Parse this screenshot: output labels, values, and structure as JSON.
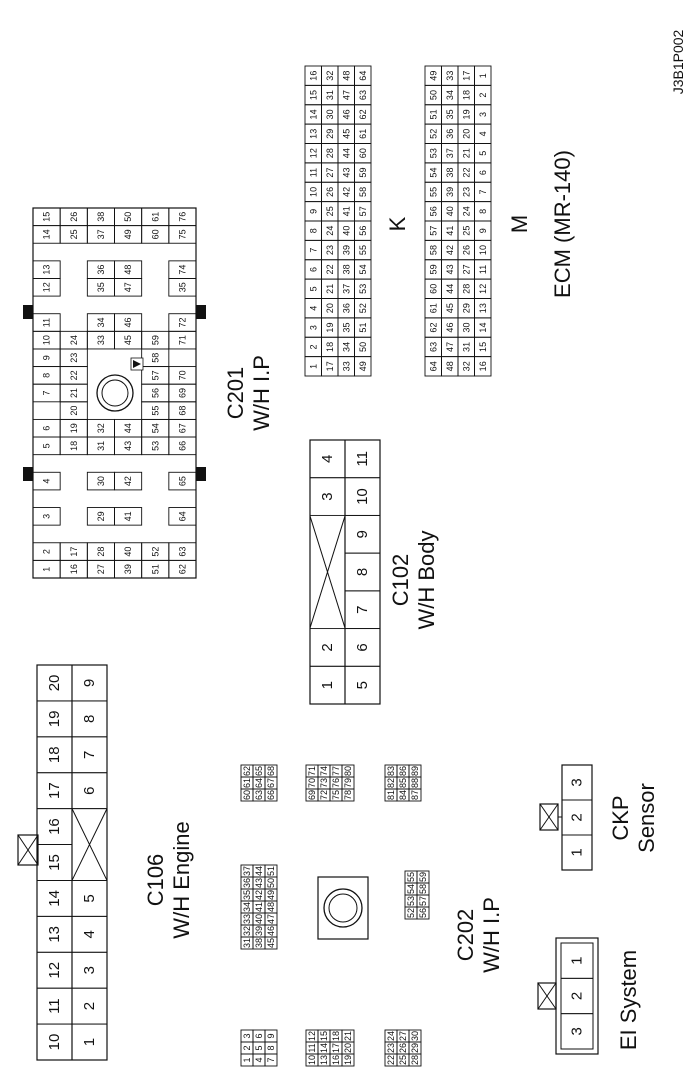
{
  "figure_code": "J3B1P002",
  "connectors": {
    "c106": {
      "name": "C106",
      "harness": "W/H Engine",
      "row_top": [
        "1",
        "2",
        "3",
        "4",
        "5",
        "",
        "6",
        "7",
        "8",
        "9"
      ],
      "row_bottom": [
        "10",
        "11",
        "12",
        "13",
        "14",
        "15",
        "16",
        "17",
        "18",
        "19",
        "20"
      ]
    },
    "c201": {
      "name": "C201",
      "harness": "W/H I.P",
      "rows": [
        [
          "1",
          "2",
          "",
          "3",
          "",
          "4",
          "",
          "5",
          "6",
          "",
          "7",
          "8",
          "9",
          "10",
          "11",
          "",
          "12",
          "13",
          "",
          "14",
          "15"
        ],
        [
          "16",
          "17",
          "",
          "",
          "",
          "",
          "",
          "18",
          "19",
          "20",
          "21",
          "22",
          "23",
          "24",
          "",
          "",
          "",
          "",
          "",
          "25",
          "26"
        ],
        [
          "27",
          "28",
          "",
          "29",
          "",
          "30",
          "",
          "31",
          "32",
          "",
          "",
          "",
          "",
          "33",
          "34",
          "",
          "35",
          "36",
          "",
          "37",
          "38"
        ],
        [
          "39",
          "40",
          "",
          "41",
          "",
          "42",
          "",
          "43",
          "44",
          "",
          "",
          "",
          "",
          "45",
          "46",
          "",
          "47",
          "48",
          "",
          "49",
          "50"
        ],
        [
          "51",
          "52",
          "",
          "",
          "",
          "",
          "",
          "53",
          "54",
          "55",
          "56",
          "57",
          "58",
          "59",
          "",
          "",
          "",
          "",
          "",
          "60",
          "61"
        ],
        [
          "62",
          "63",
          "",
          "64",
          "",
          "65",
          "",
          "66",
          "67",
          "68",
          "69",
          "70",
          "",
          "71",
          "72",
          "",
          "35",
          "74",
          "",
          "75",
          "76"
        ]
      ]
    },
    "c102": {
      "name": "C102",
      "harness": "W/H Body",
      "row_top": [
        "1",
        "2",
        "",
        "",
        "",
        "3",
        "4"
      ],
      "row_bottom": [
        "5",
        "6",
        "7",
        "8",
        "9",
        "10",
        "11"
      ]
    },
    "ecm_k": {
      "name": "K",
      "rows": [
        [
          "16",
          "15",
          "14",
          "13",
          "12",
          "11",
          "10",
          "9",
          "8",
          "7",
          "6",
          "5",
          "4",
          "3",
          "2",
          "1"
        ],
        [
          "32",
          "31",
          "30",
          "29",
          "28",
          "27",
          "26",
          "25",
          "24",
          "23",
          "22",
          "21",
          "20",
          "19",
          "18",
          "17"
        ],
        [
          "48",
          "47",
          "46",
          "45",
          "44",
          "43",
          "42",
          "41",
          "40",
          "39",
          "38",
          "37",
          "36",
          "35",
          "34",
          "33"
        ],
        [
          "64",
          "63",
          "62",
          "61",
          "60",
          "59",
          "58",
          "57",
          "56",
          "55",
          "54",
          "53",
          "52",
          "51",
          "50",
          "49"
        ]
      ]
    },
    "ecm_m": {
      "name": "M",
      "rows": [
        [
          "49",
          "50",
          "51",
          "52",
          "53",
          "54",
          "55",
          "56",
          "57",
          "58",
          "59",
          "60",
          "61",
          "62",
          "63",
          "64"
        ],
        [
          "33",
          "34",
          "35",
          "36",
          "37",
          "38",
          "39",
          "40",
          "41",
          "42",
          "43",
          "44",
          "45",
          "46",
          "47",
          "48"
        ],
        [
          "17",
          "18",
          "19",
          "20",
          "21",
          "22",
          "23",
          "24",
          "25",
          "26",
          "27",
          "28",
          "29",
          "30",
          "31",
          "32"
        ],
        [
          "1",
          "2",
          "3",
          "4",
          "5",
          "6",
          "7",
          "8",
          "9",
          "10",
          "11",
          "12",
          "13",
          "14",
          "15",
          "16"
        ]
      ]
    },
    "ecm": {
      "label": "ECM (MR-140)"
    },
    "c202": {
      "name": "C202",
      "harness": "W/H I.P",
      "grid_a": [
        [
          "1",
          "2",
          "3"
        ],
        [
          "4",
          "5",
          "6"
        ],
        [
          "7",
          "8",
          "9"
        ]
      ],
      "grid_b": [
        [
          "10",
          "11",
          "12"
        ],
        [
          "13",
          "14",
          "15"
        ],
        [
          "16",
          "17",
          "18"
        ],
        [
          "19",
          "20",
          "21"
        ]
      ],
      "grid_c": [
        [
          "22",
          "23",
          "24"
        ],
        [
          "25",
          "26",
          "27"
        ],
        [
          "28",
          "29",
          "30"
        ]
      ],
      "grid_d": [
        [
          "31",
          "32",
          "33",
          "34",
          "35",
          "36",
          "37"
        ],
        [
          "38",
          "39",
          "40",
          "41",
          "42",
          "43",
          "44"
        ],
        [
          "45",
          "46",
          "47",
          "48",
          "49",
          "50",
          "51"
        ]
      ],
      "grid_e": [
        [
          "52",
          "53",
          "54",
          "55"
        ],
        [
          "56",
          "57",
          "58",
          "59"
        ]
      ],
      "grid_f": [
        [
          "60",
          "61",
          "62"
        ],
        [
          "63",
          "64",
          "65"
        ],
        [
          "66",
          "67",
          "68"
        ]
      ],
      "grid_g": [
        [
          "69",
          "70",
          "71"
        ],
        [
          "72",
          "73",
          "74"
        ],
        [
          "75",
          "76",
          "77"
        ],
        [
          "78",
          "79",
          "80"
        ]
      ],
      "grid_h": [
        [
          "81",
          "82",
          "83"
        ],
        [
          "84",
          "85",
          "86"
        ],
        [
          "87",
          "88",
          "89"
        ]
      ]
    },
    "ckp": {
      "line1": "CKP",
      "line2": "Sensor",
      "pins": [
        "1",
        "2",
        "3"
      ]
    },
    "ei": {
      "label": "EI System",
      "pins": [
        "3",
        "2",
        "1"
      ]
    }
  }
}
